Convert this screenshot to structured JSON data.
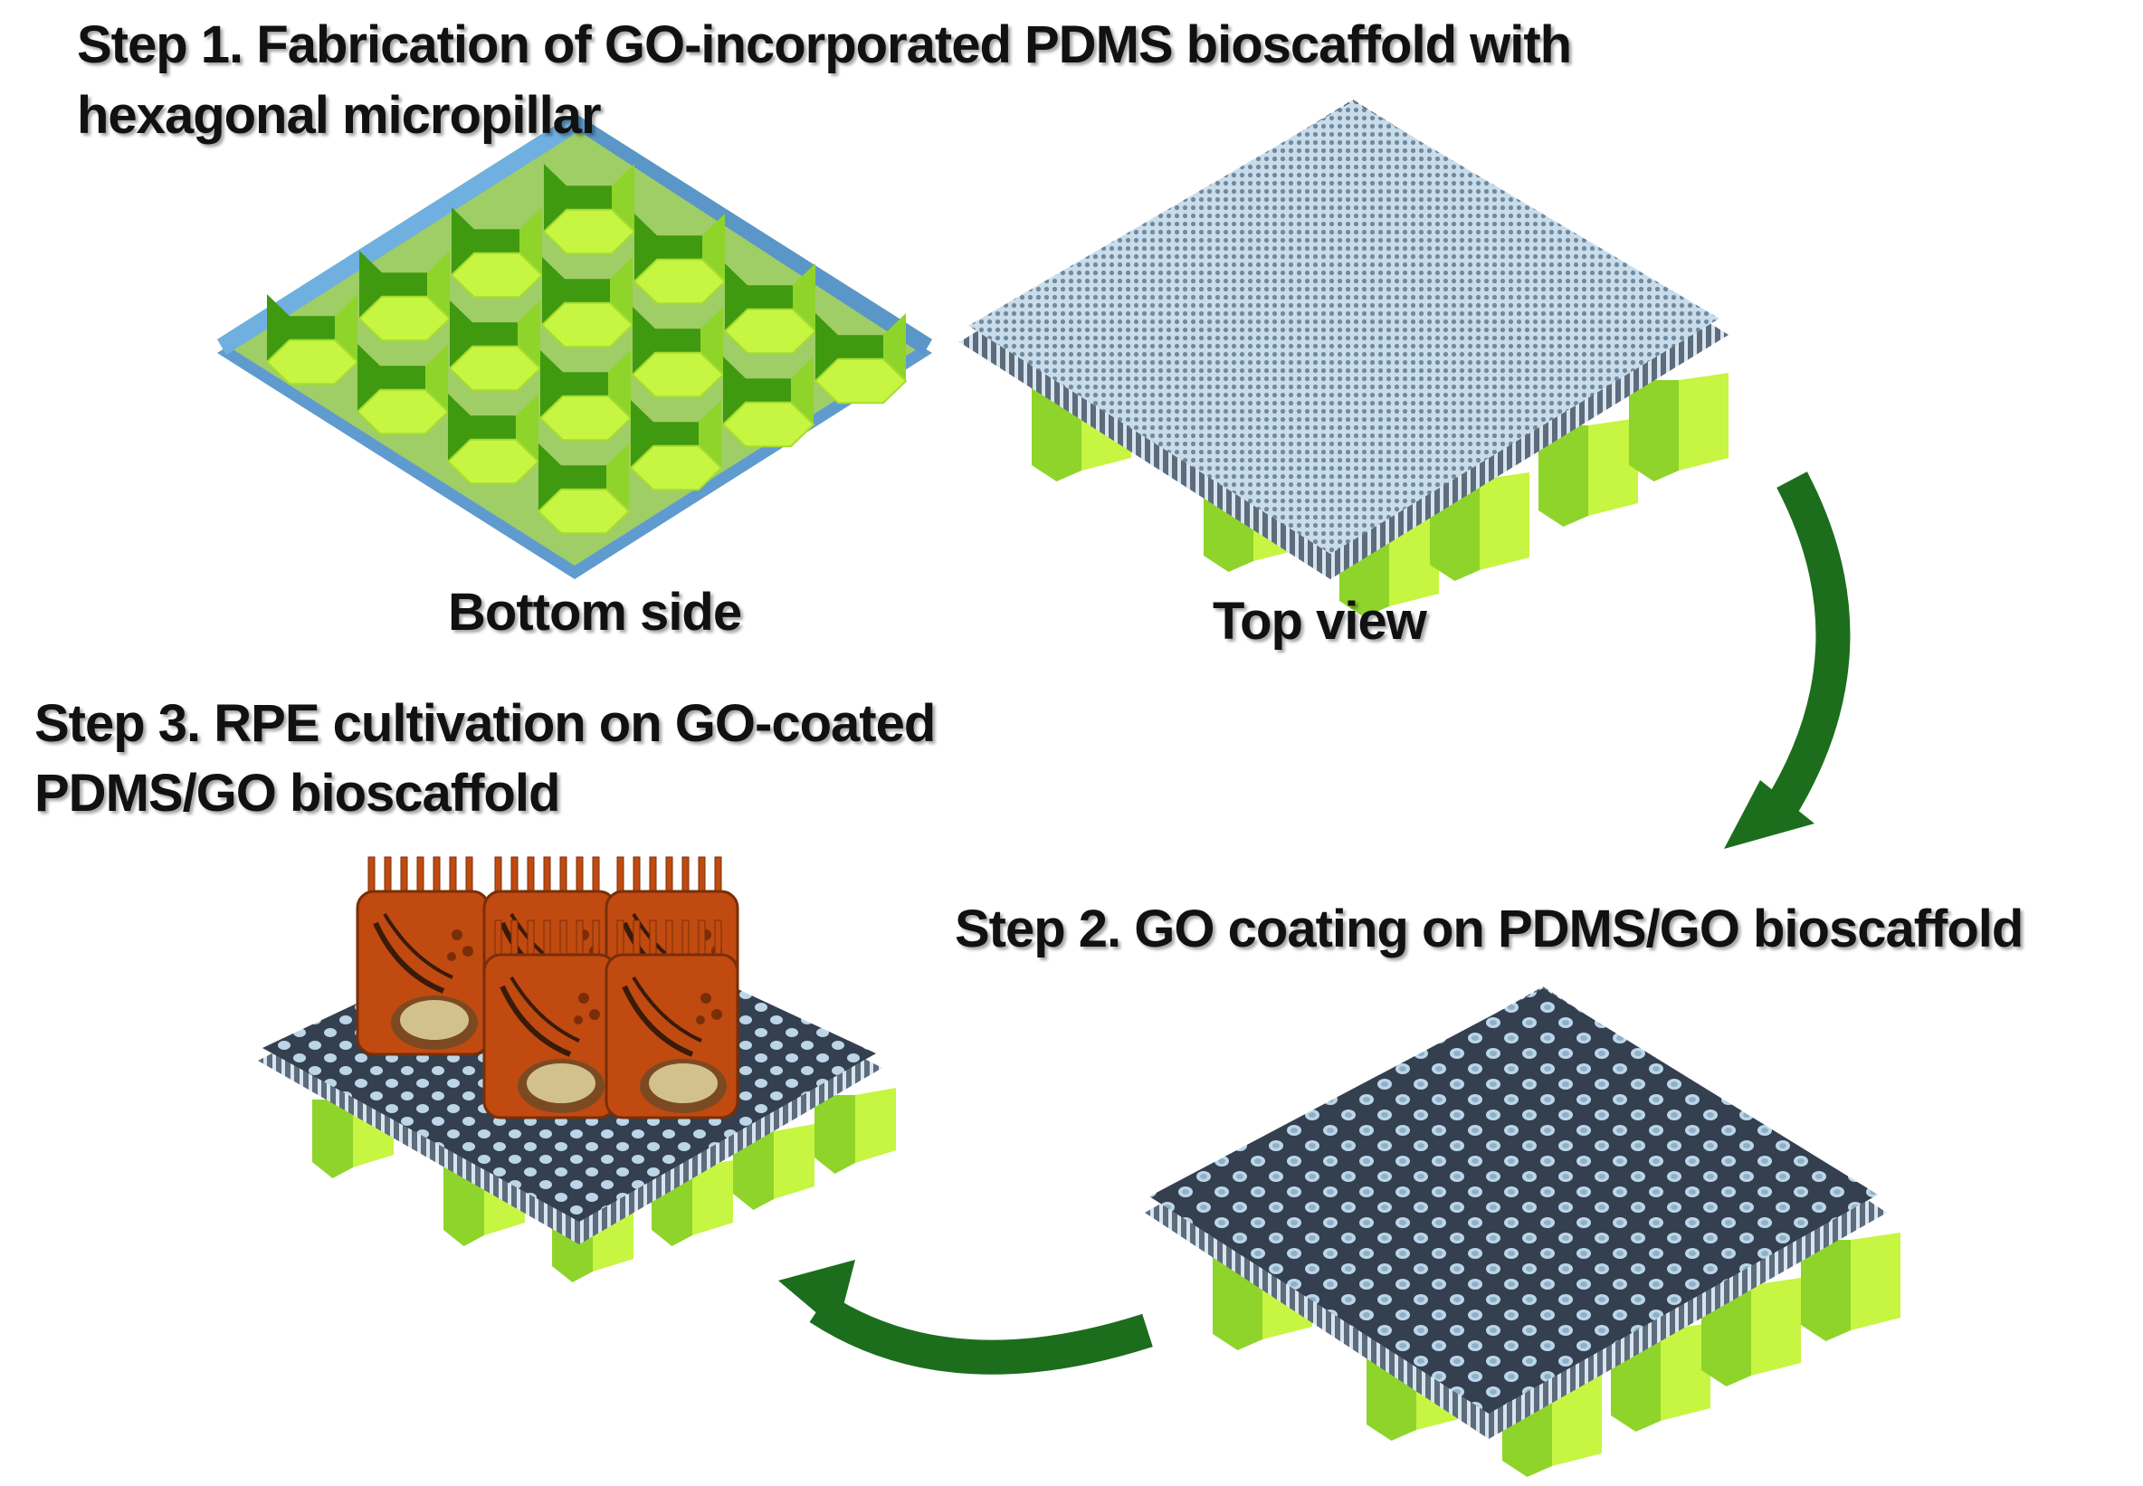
{
  "steps": {
    "step1": {
      "title_line1": "Step 1. Fabrication of GO-incorporated PDMS bioscaffold with",
      "title_line2": "hexagonal micropillar",
      "caption_bottom": "Bottom side",
      "caption_top": "Top view"
    },
    "step2": {
      "title": "Step 2. GO coating on PDMS/GO bioscaffold"
    },
    "step3": {
      "title_line1": "Step 3. RPE cultivation on GO-coated",
      "title_line2": "PDMS/GO bioscaffold"
    }
  },
  "colors": {
    "pillar_light": "#c6f542",
    "pillar_mid": "#8fd42a",
    "pillar_dark": "#3f9a10",
    "base_plate": "#9ccc5e",
    "base_edge": "#6aa6d6",
    "mesh_light": "#b8d4e6",
    "mesh_dark": "#3c4a5c",
    "arrow": "#1c6e1c",
    "cell_body": "#c04a10",
    "cell_dark": "#7a2e08",
    "nucleus": "#d2c18c"
  },
  "icons": [
    "curved-arrow-icon",
    "hexagon-pillar-icon",
    "rpe-cell-icon"
  ]
}
